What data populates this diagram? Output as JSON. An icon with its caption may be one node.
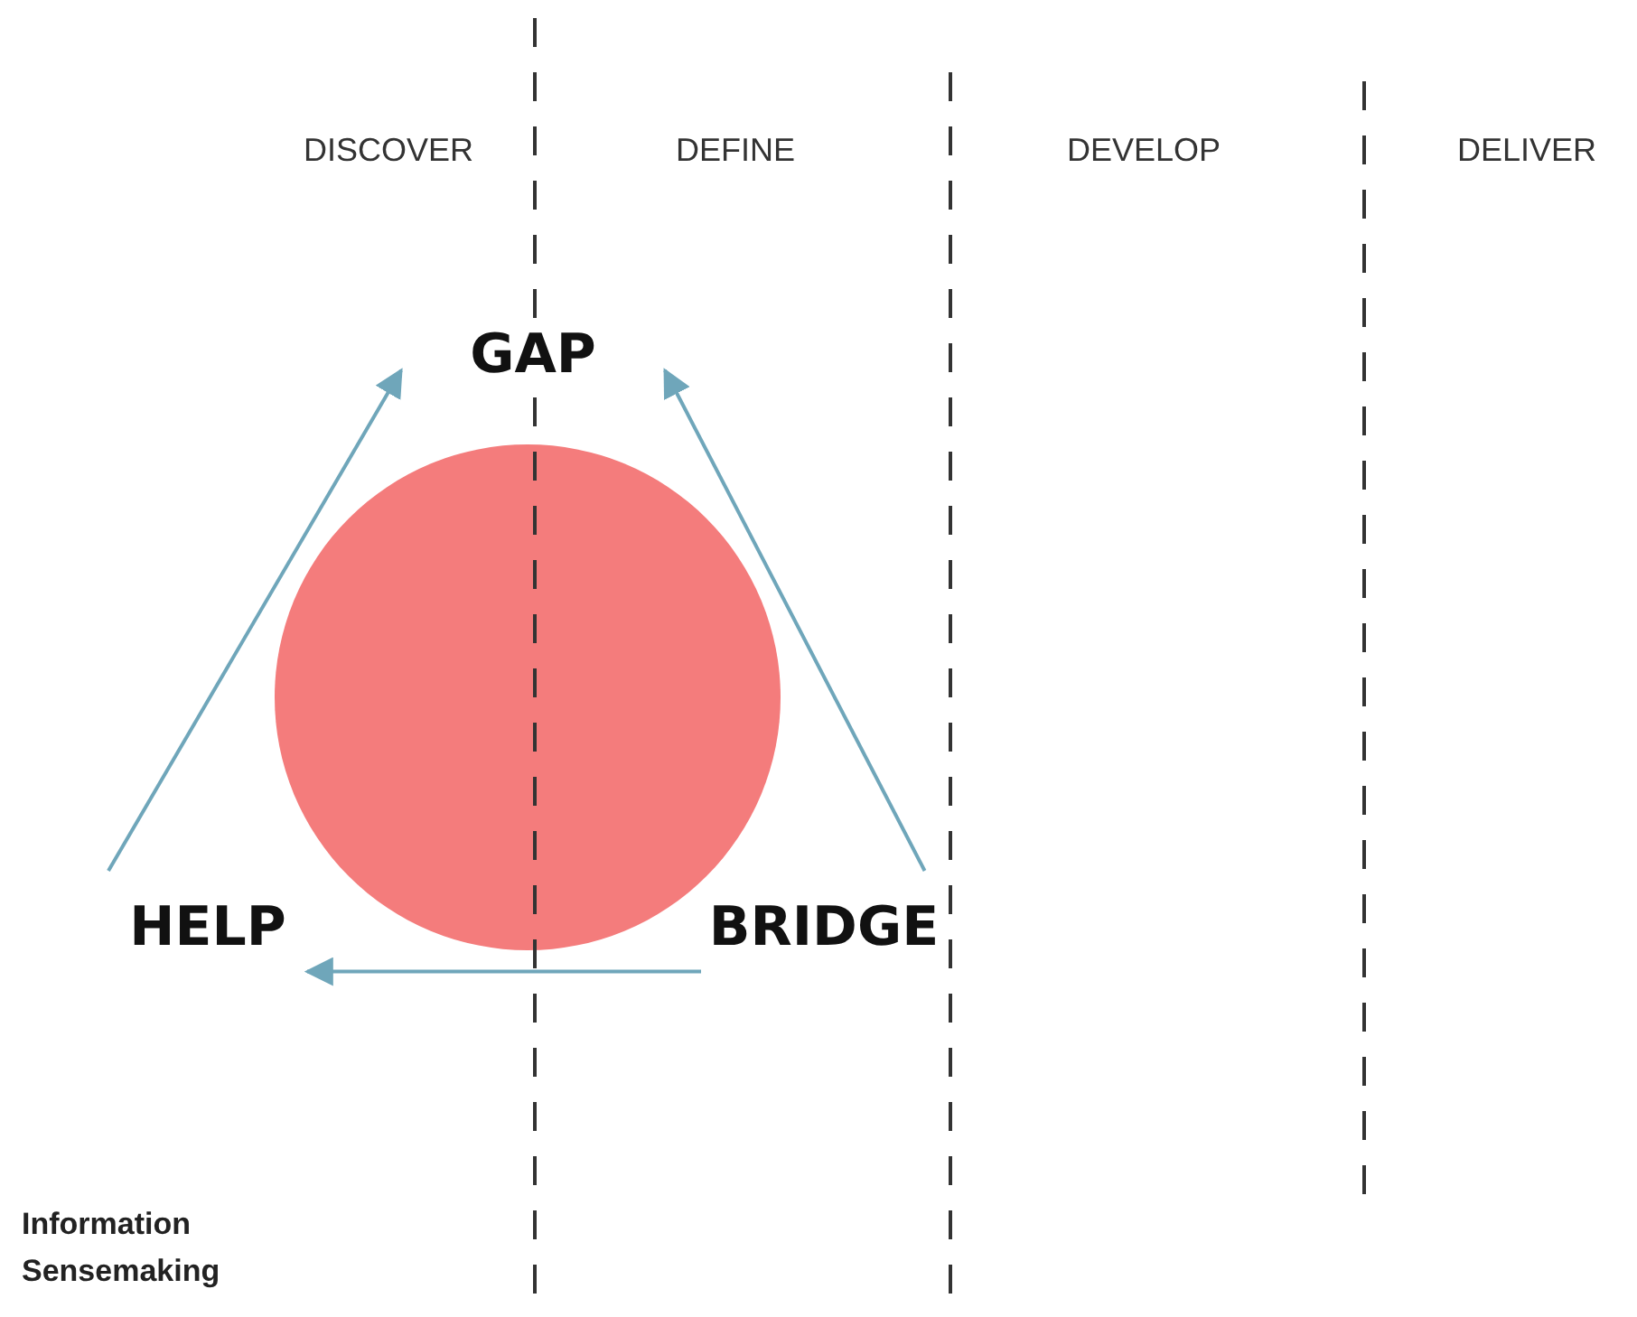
{
  "diagram": {
    "nodes": [
      {
        "text": [
          "GAP"
        ]
      },
      {
        "text": [
          "HELP"
        ]
      },
      {
        "text": [
          "BRIDGE"
        ]
      }
    ],
    "edges": [
      {
        "from": 1,
        "to": 0,
        "arrow": "to"
      },
      {
        "from": 2,
        "to": 0,
        "arrow": "to"
      },
      {
        "from": 2,
        "to": 1,
        "arrow": "to"
      }
    ],
    "labels": [
      "DISCOVER",
      "DEFINE",
      "DEVELOP",
      "DELIVER",
      "Information Sensemaking"
    ]
  }
}
